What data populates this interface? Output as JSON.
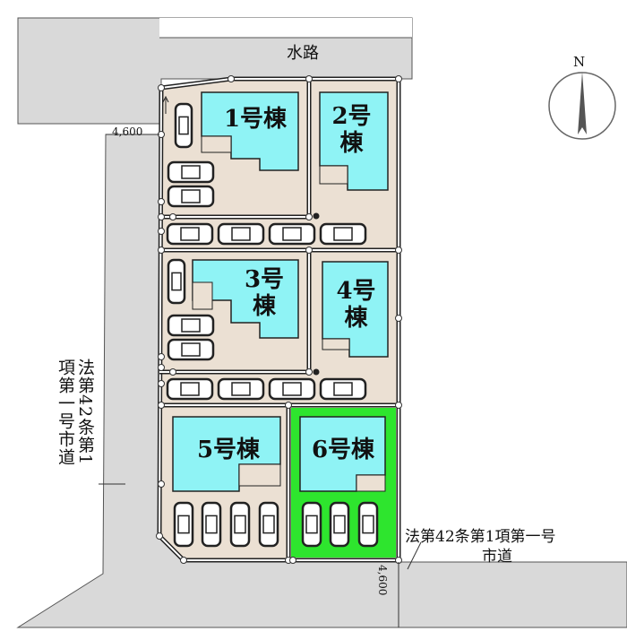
{
  "title_road_top": "水路",
  "width_top_left": "4,600",
  "width_bottom_right": "4,600",
  "road_left_label": "法第42条第1項第一号市道",
  "road_bottom_label_line1": "法第42条第1項第一号",
  "road_bottom_label_line2": "市道",
  "compass_label": "N",
  "houses": [
    {
      "label": "1号棟"
    },
    {
      "label": "2号棟"
    },
    {
      "label": "3号棟"
    },
    {
      "label": "4号棟"
    },
    {
      "label": "5号棟"
    },
    {
      "label": "6号棟"
    }
  ],
  "highlighted_house": "6号棟",
  "colors": {
    "road": "#d9d9d9",
    "lot": "#ebe0d3",
    "house": "#8ff3f5",
    "highlight": "#2ee52e"
  }
}
